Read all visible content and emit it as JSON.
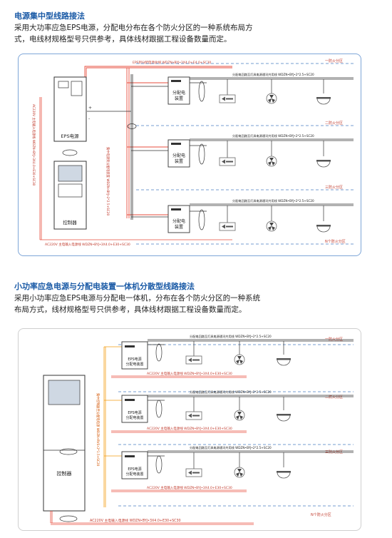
{
  "section1": {
    "title": "电源集中型线路接法",
    "desc_line1": "采用大功率应急EPS电源，分配电分布在各个防火分区的一种系统布局方",
    "desc_line2": "式，电线材规格型号只供参考，具体线材跟据工程设备数量而定。",
    "diagram": {
      "top_cable": "EPS到分配电源总线 WDZN•BYJ•3X4.0+E4.0+SC30",
      "zones": [
        "一防火分区",
        "二防火分区",
        "三防火分区",
        "N个防火分区"
      ],
      "branch_cable": "分配电回路至灯具电源通讯共用线 WDZN•BYJ•2*2.5+SC20",
      "box_label_line1": "分配电",
      "box_label_line2": "装置",
      "eps_label": "EPS电源",
      "controller_label": "控制器",
      "left_cable": "AC220V 主电输入电源线 WDZN•BYJ•3X4.0+E30+SC30",
      "mid_cable": "集中电源到分配电装置 WDZN•BYJ•2*2.5+SC20",
      "bottom_cable": "AC220V 主电输入电源线 WDZN•BYJ•3X4.0+E30+SC30",
      "plus_sign": "+",
      "minus_sign": "-"
    }
  },
  "section2": {
    "title": "小功率应急电源与分配电装置一体机分散型线路接法",
    "desc_line1": "采用小功率应急EPS电源与分配电一体机，分布在各个防火分区的一种系统",
    "desc_line2": "布局方式，线材规格型号只供参考，具体线材跟据工程设备数量而定。",
    "diagram": {
      "zones": [
        "一防火分区",
        "二防火分区",
        "三防火分区",
        "N个防火分区"
      ],
      "branch_cable": "分配电回路至灯具电源通讯共用线 WDZN•BYJ•2*2.5+SC20",
      "box_label_line1": "EPS电源",
      "box_label_line2": "分配电装置",
      "feed_cable": "AC220V 主电输入电源线 WDZN•BYJ•3X4.0+E30+SC30",
      "controller_label": "控制器",
      "vertical_cable": "集中控制器至分配电电源 WDZN•RVS•2*1.5+SC20",
      "bottom_cable": "AC220V 主电输入电源线 WDZN•BYJ•3X4.0+E30+SC30"
    }
  }
}
